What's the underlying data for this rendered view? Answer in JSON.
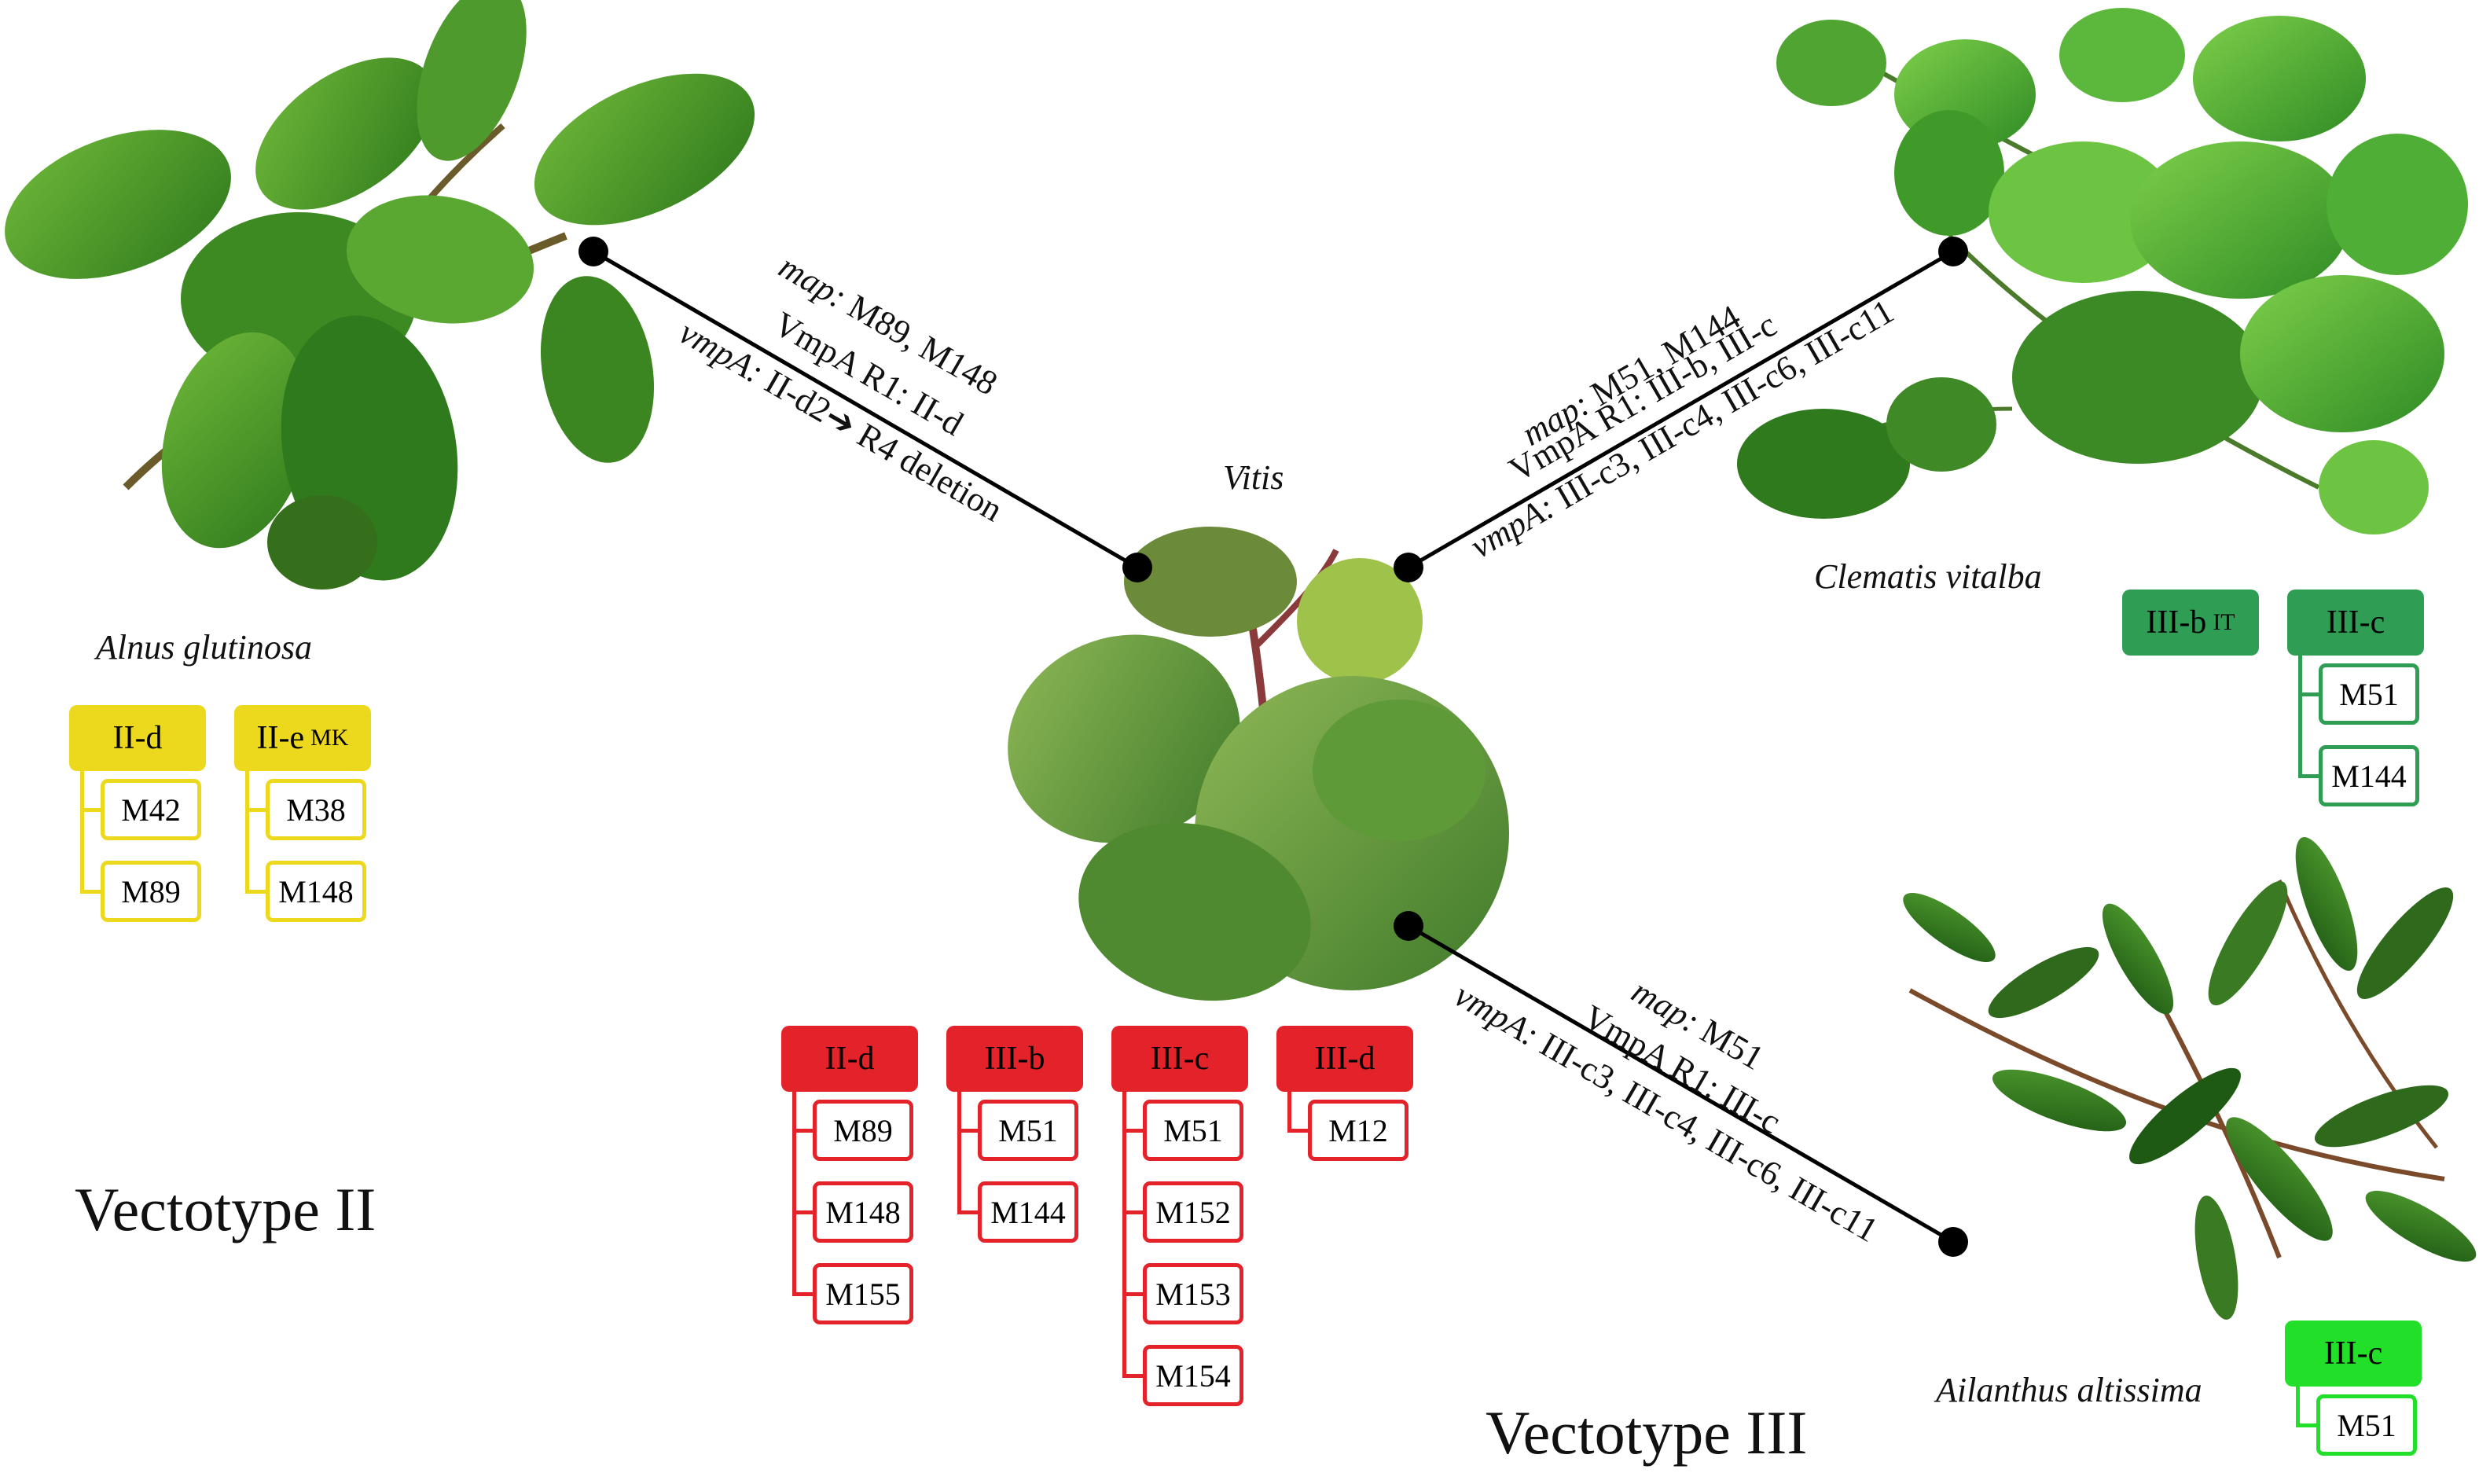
{
  "figure": {
    "plants": {
      "alnus": "Alnus glutinosa",
      "vitis": "Vitis",
      "clematis": "Clematis vitalba",
      "ailanthus": "Ailanthus altissima"
    },
    "vectotypes": {
      "ii": "Vectotype II",
      "iii": "Vectotype III"
    },
    "connections": {
      "alnus_vitis": {
        "map_label": "map:",
        "map_value": " M89, M148",
        "vmpa_r1": "VmpA R1: II-d",
        "vmpa_label": "vmpA:",
        "vmpa_value": " II-d2",
        "arrow": "➔",
        "vmpa_tail": " R4 deletion"
      },
      "clematis_vitis": {
        "map_label": "map:",
        "map_value": " M51, M144",
        "vmpa_r1": "VmpA R1: III-b, III-c",
        "vmpa_label": "vmpA:",
        "vmpa_value": " III-c3, III-c4, III-c6, III-c11"
      },
      "ailanthus_vitis": {
        "map_label": "map:",
        "map_value": " M51",
        "vmpa_r1": "VmpA R1: III-c",
        "vmpa_label": "vmpA:",
        "vmpa_value": " III-c3, III-c4, III-c6, III-c11"
      }
    },
    "colors": {
      "yellow": "#ecd81c",
      "red": "#e4222a",
      "dark_green": "#2f9e54",
      "bright_green": "#22e02a"
    },
    "groups": {
      "alnus": [
        {
          "name": "II-d",
          "suffix": "",
          "members": [
            "M42",
            "M89"
          ]
        },
        {
          "name": "II-e",
          "suffix": "MK",
          "members": [
            "M38",
            "M148"
          ]
        }
      ],
      "vitis": [
        {
          "name": "II-d",
          "suffix": "",
          "members": [
            "M89",
            "M148",
            "M155"
          ]
        },
        {
          "name": "III-b",
          "suffix": "",
          "members": [
            "M51",
            "M144"
          ]
        },
        {
          "name": "III-c",
          "suffix": "",
          "members": [
            "M51",
            "M152",
            "M153",
            "M154"
          ]
        },
        {
          "name": "III-d",
          "suffix": "",
          "members": [
            "M12"
          ]
        }
      ],
      "clematis": [
        {
          "name": "III-b",
          "suffix": "IT",
          "members": []
        },
        {
          "name": "III-c",
          "suffix": "",
          "members": [
            "M51",
            "M144"
          ]
        }
      ],
      "ailanthus": [
        {
          "name": "III-c",
          "suffix": "",
          "members": [
            "M51"
          ]
        }
      ]
    }
  }
}
